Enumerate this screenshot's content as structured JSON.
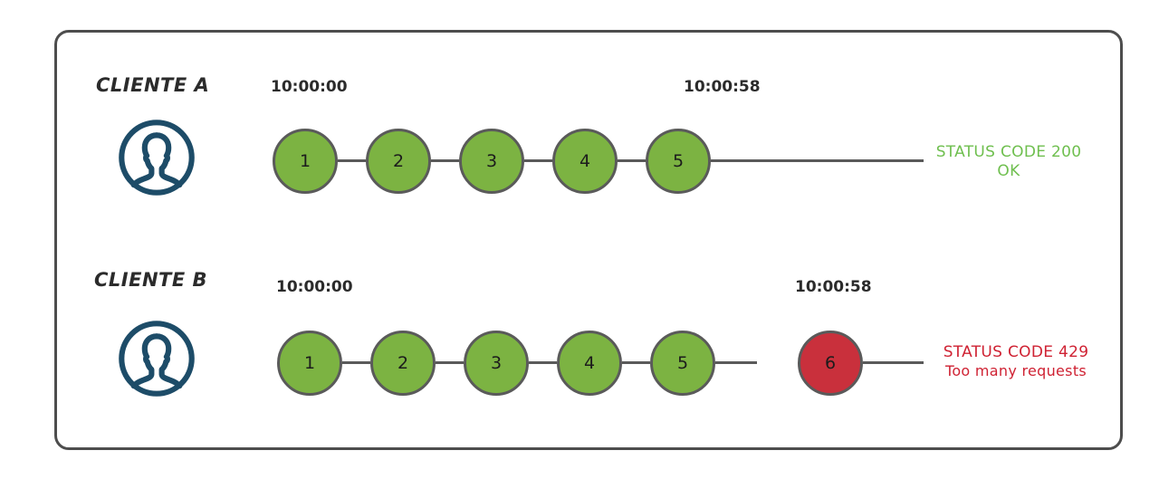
{
  "diagram": {
    "title_present": false,
    "colors": {
      "frame_border": "#4d4d4d",
      "node_ok": "#7cb342",
      "node_error": "#c9303c",
      "node_stroke": "#5a5a5a",
      "avatar": "#1d4c68",
      "status_ok_text": "#6fbf4f",
      "status_error_text": "#cf2233",
      "label_text": "#2b2b2b"
    },
    "rows": [
      {
        "id": "client-a",
        "client_label": "CLIENTE A",
        "avatar_icon": "user-avatar-icon",
        "timestamp_start": "10:00:00",
        "timestamp_end": "10:00:58",
        "requests": [
          {
            "number": "1",
            "state": "ok"
          },
          {
            "number": "2",
            "state": "ok"
          },
          {
            "number": "3",
            "state": "ok"
          },
          {
            "number": "4",
            "state": "ok"
          },
          {
            "number": "5",
            "state": "ok"
          }
        ],
        "status": {
          "line1": "STATUS CODE 200",
          "line2": "OK",
          "state": "ok"
        }
      },
      {
        "id": "client-b",
        "client_label": "CLIENTE B",
        "avatar_icon": "user-avatar-icon",
        "timestamp_start": "10:00:00",
        "timestamp_end": "10:00:58",
        "requests": [
          {
            "number": "1",
            "state": "ok"
          },
          {
            "number": "2",
            "state": "ok"
          },
          {
            "number": "3",
            "state": "ok"
          },
          {
            "number": "4",
            "state": "ok"
          },
          {
            "number": "5",
            "state": "ok"
          },
          {
            "number": "6",
            "state": "error"
          }
        ],
        "status": {
          "line1": "STATUS CODE 429",
          "line2": "Too many requests",
          "state": "error"
        }
      }
    ]
  }
}
